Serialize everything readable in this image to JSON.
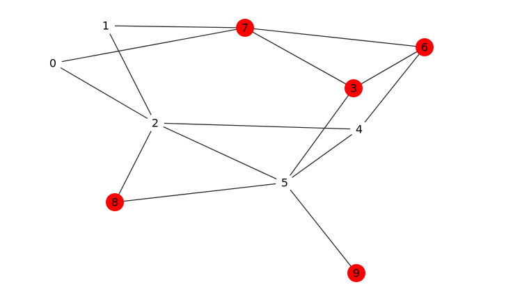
{
  "graph": {
    "node_color_highlight": "#ff0000",
    "node_color_plain": "#ffffff",
    "edge_color": "#262626",
    "label_color": "#000000",
    "nodes": [
      {
        "id": "0",
        "label": "0",
        "highlighted": false
      },
      {
        "id": "1",
        "label": "1",
        "highlighted": false
      },
      {
        "id": "2",
        "label": "2",
        "highlighted": false
      },
      {
        "id": "3",
        "label": "3",
        "highlighted": true
      },
      {
        "id": "4",
        "label": "4",
        "highlighted": false
      },
      {
        "id": "5",
        "label": "5",
        "highlighted": false
      },
      {
        "id": "6",
        "label": "6",
        "highlighted": true
      },
      {
        "id": "7",
        "label": "7",
        "highlighted": true
      },
      {
        "id": "8",
        "label": "8",
        "highlighted": true
      },
      {
        "id": "9",
        "label": "9",
        "highlighted": true
      }
    ],
    "edges": [
      [
        "1",
        "7"
      ],
      [
        "1",
        "2"
      ],
      [
        "0",
        "7"
      ],
      [
        "0",
        "2"
      ],
      [
        "7",
        "6"
      ],
      [
        "7",
        "3"
      ],
      [
        "3",
        "6"
      ],
      [
        "6",
        "4"
      ],
      [
        "3",
        "5"
      ],
      [
        "2",
        "4"
      ],
      [
        "2",
        "5"
      ],
      [
        "2",
        "8"
      ],
      [
        "4",
        "5"
      ],
      [
        "8",
        "5"
      ],
      [
        "5",
        "9"
      ]
    ]
  }
}
